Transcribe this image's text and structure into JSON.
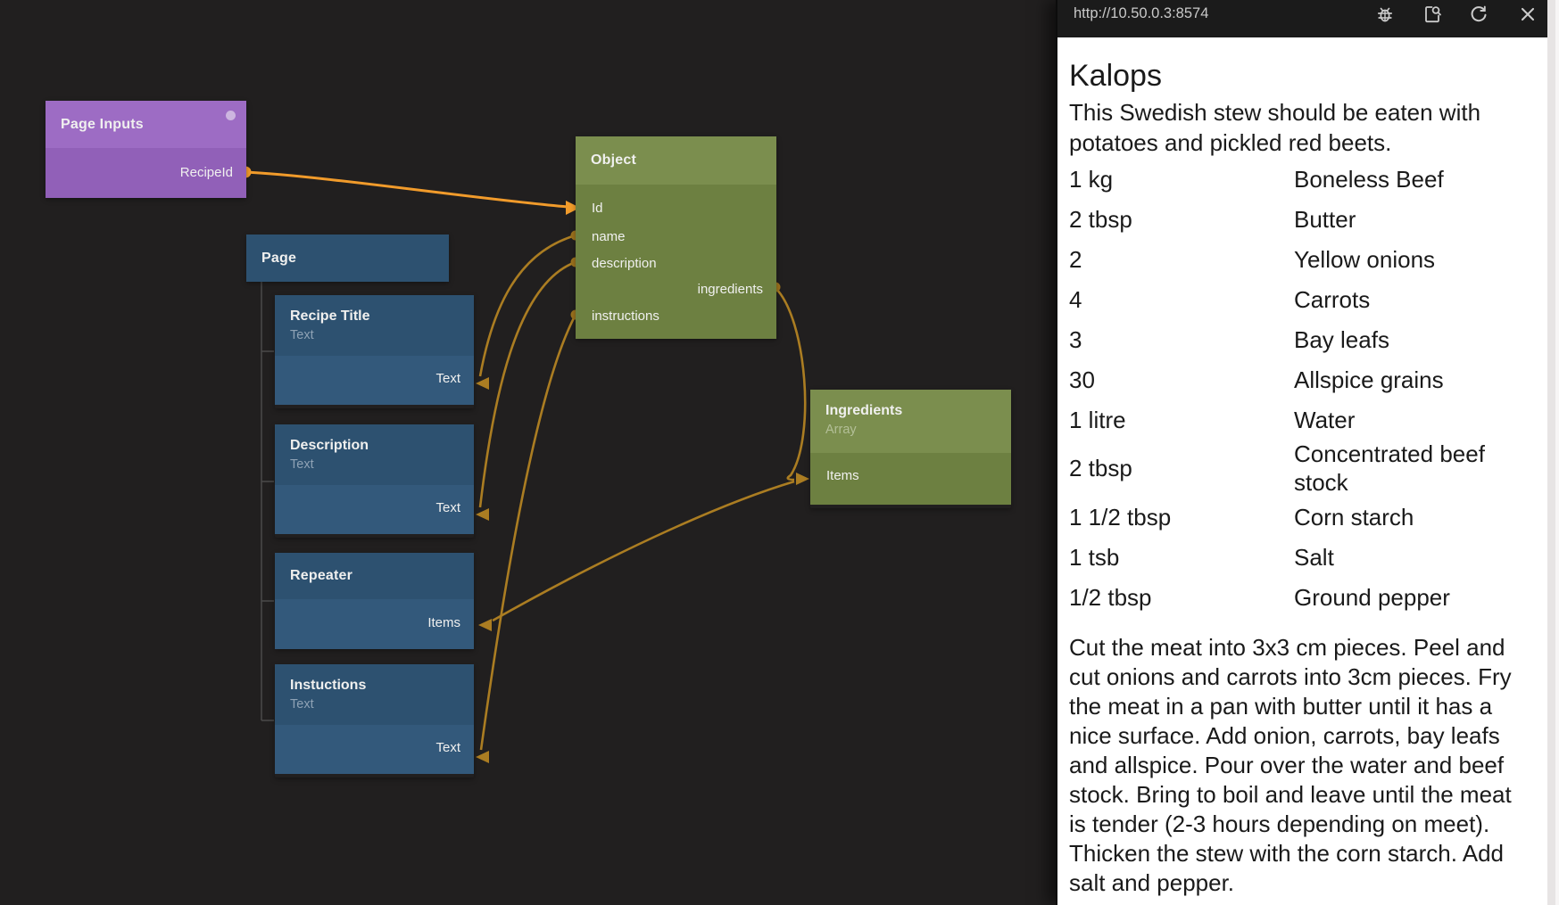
{
  "preview": {
    "url": "http://10.50.0.3:8574",
    "toolbar": {
      "debug_icon": "debug-bug",
      "inspect_icon": "open-component-with-magnifier",
      "refresh_icon": "refresh",
      "close_icon": "close"
    },
    "recipe": {
      "title": "Kalops",
      "description": "This Swedish stew should be eaten with potatoes and pickled red beets.",
      "ingredients": [
        {
          "qty": "1 kg",
          "name": "Boneless Beef"
        },
        {
          "qty": "2 tbsp",
          "name": "Butter"
        },
        {
          "qty": "2",
          "name": "Yellow onions"
        },
        {
          "qty": "4",
          "name": "Carrots"
        },
        {
          "qty": "3",
          "name": "Bay leafs"
        },
        {
          "qty": "30",
          "name": "Allspice grains"
        },
        {
          "qty": "1 litre",
          "name": "Water"
        },
        {
          "qty": "2 tbsp",
          "name": "Concentrated beef stock"
        },
        {
          "qty": "1 1/2 tbsp",
          "name": "Corn starch"
        },
        {
          "qty": "1 tsb",
          "name": "Salt"
        },
        {
          "qty": "1/2 tbsp",
          "name": "Ground pepper"
        }
      ],
      "instructions": "Cut the meat into 3x3 cm pieces. Peel and cut onions and carrots into 3cm pieces. Fry the meat in a pan with butter until it has a nice surface. Add onion, carrots, bay leafs and allspice. Pour over the water and beef stock. Bring to boil and leave until the meat is tender (2-3 hours depending on meet). Thicken the stew with the corn starch. Add salt and pepper."
    }
  },
  "canvas": {
    "nodes": {
      "page_inputs": {
        "title": "Page Inputs",
        "port": "RecipeId"
      },
      "object": {
        "title": "Object",
        "ports": {
          "id": "Id",
          "name": "name",
          "description": "description",
          "ingredients": "ingredients",
          "instructions": "instructions"
        }
      },
      "page": {
        "title": "Page"
      },
      "recipe_title": {
        "title": "Recipe Title",
        "subtitle": "Text",
        "port": "Text"
      },
      "description": {
        "title": "Description",
        "subtitle": "Text",
        "port": "Text"
      },
      "repeater": {
        "title": "Repeater",
        "port": "Items"
      },
      "instuctions": {
        "title": "Instuctions",
        "subtitle": "Text",
        "port": "Text"
      },
      "ingredients": {
        "title": "Ingredients",
        "subtitle": "Array",
        "port": "Items"
      }
    },
    "colors": {
      "canvas_bg": "#211f1f",
      "node_purple_header": "#9d6cc4",
      "node_purple_body": "#9160b8",
      "node_green_header": "#7b8e4e",
      "node_green_body": "#6d8041",
      "node_blue_header": "#2d5170",
      "node_blue_body": "#33597b",
      "wire": "#ab7d22",
      "wire_active": "#f19b2b",
      "topbar_bg": "#1b1b1b"
    }
  }
}
